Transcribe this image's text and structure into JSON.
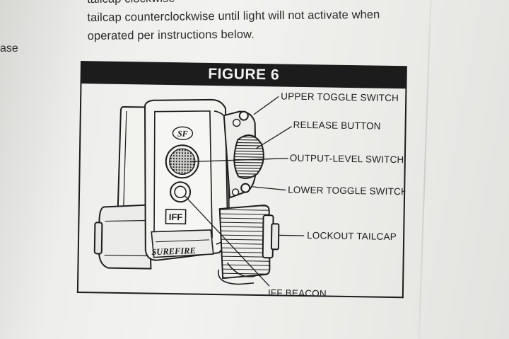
{
  "body_text": {
    "line1": "tailcap clockwise",
    "line2": "tailcap counterclockwise until light will not activate when",
    "line3": "operated per instructions below."
  },
  "left_fragment": "ase",
  "figure": {
    "title": "FIGURE 6",
    "callouts": {
      "upper_toggle": "UPPER TOGGLE SWITCH",
      "release_button": "RELEASE BUTTON",
      "output_level": "OUTPUT-LEVEL SWITCH",
      "lower_toggle": "LOWER TOGGLE SWITCH",
      "lockout_tailcap": "LOCKOUT TAILCAP",
      "iff_beacon": "IFF BEACON"
    },
    "device_marks": {
      "iff_label": "IFF",
      "brand": "SUREFIRE",
      "logo": "SF"
    }
  }
}
